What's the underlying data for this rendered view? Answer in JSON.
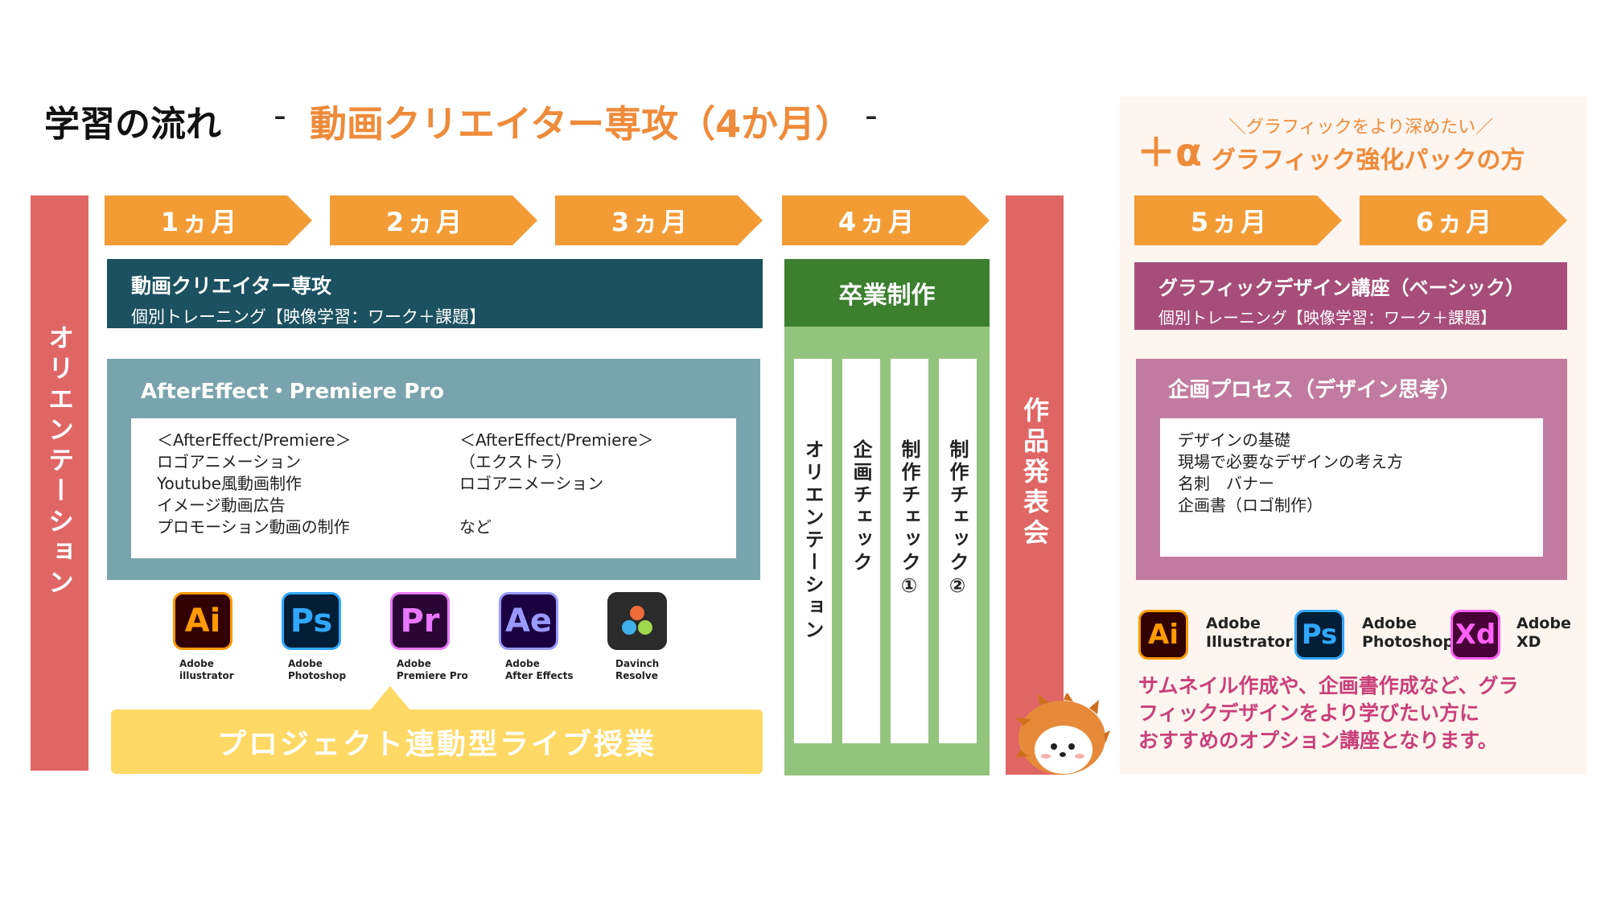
{
  "header": {
    "title": "学習の流れ",
    "dash": "-",
    "subtitle": "動画クリエイター専攻（4か月）",
    "dash_end": "-"
  },
  "orientation_bar": {
    "label": "オリエンテーション"
  },
  "months": [
    "1ヵ月",
    "2ヵ月",
    "3ヵ月",
    "4ヵ月",
    "5ヵ月",
    "6ヵ月"
  ],
  "course_box": {
    "title": "動画クリエイター専攻",
    "subtitle": "個別トレーニング【映像学習：ワーク＋課題】"
  },
  "software_box": {
    "heading": "AfterEffect・Premiere Pro",
    "left_lines": [
      "＜AfterEffect/Premiere＞",
      "ロゴアニメーション",
      "Youtube風動画制作",
      "イメージ動画広告",
      "プロモーション動画の制作"
    ],
    "right_lines": [
      "＜AfterEffect/Premiere＞",
      "（エクストラ）",
      "ロゴアニメーション",
      "",
      "など"
    ]
  },
  "apps": [
    {
      "icon": "Ai",
      "name": "illustrator-icon",
      "label1": "Adobe",
      "label2": "illustrator",
      "bg": "#310000",
      "fg": "#ff9a00"
    },
    {
      "icon": "Ps",
      "name": "photoshop-icon",
      "label1": "Adobe",
      "label2": "Photoshop",
      "bg": "#001e36",
      "fg": "#31a8ff"
    },
    {
      "icon": "Pr",
      "name": "premiere-icon",
      "label1": "Adobe",
      "label2": "Premiere Pro",
      "bg": "#2a0634",
      "fg": "#ea77ff"
    },
    {
      "icon": "Ae",
      "name": "after-effects-icon",
      "label1": "Adobe",
      "label2": "After Effects",
      "bg": "#1a0040",
      "fg": "#9999ff"
    },
    {
      "icon": "",
      "name": "davinci-resolve-icon",
      "label1": "Davinch",
      "label2": "Resolve",
      "bg": "#2b2b2b",
      "fg": "#ffffff"
    }
  ],
  "project_box": {
    "label": "プロジェクト連動型ライブ授業"
  },
  "graduation": {
    "title": "卒業制作",
    "columns": [
      "オリエンテーション",
      "企画チェック",
      "制作チェック①",
      "制作チェック②"
    ]
  },
  "presentation_bar": {
    "label": "作品発表会"
  },
  "graphic_pack": {
    "plus": "＋α",
    "tagline": "＼グラフィックをより深めたい／",
    "title": "グラフィック強化パックの方",
    "course_title": "グラフィックデザイン講座（ベーシック）",
    "course_subtitle": "個別トレーニング【映像学習：ワーク＋課題】",
    "process_heading": "企画プロセス（デザイン思考）",
    "process_lines": [
      "デザインの基礎",
      "現場で必要なデザインの考え方",
      "名刺　バナー",
      "企画書（ロゴ制作）"
    ],
    "apps": [
      {
        "icon": "Ai",
        "name": "illustrator-icon",
        "label1": "Adobe",
        "label2": "Illustrator",
        "bg": "#310000",
        "fg": "#ff9a00"
      },
      {
        "icon": "Ps",
        "name": "photoshop-icon",
        "label1": "Adobe",
        "label2": "Photoshop",
        "bg": "#001e36",
        "fg": "#31a8ff"
      },
      {
        "icon": "Xd",
        "name": "xd-icon",
        "label1": "Adobe",
        "label2": "XD",
        "bg": "#470137",
        "fg": "#ff61f6"
      }
    ],
    "description": [
      "サムネイル作成や、企画書作成など、グラ",
      "フィックデザインをより学びたい方に",
      "おすすめのオプション講座となります。"
    ]
  },
  "colors": {
    "accent_orange": "#f39c36",
    "red_bar": "#e06666",
    "dark_teal": "#1b5160",
    "teal": "#7aa4ad",
    "green_dark": "#3b7f2f",
    "green_light": "#93c47d",
    "yellow": "#ffd965",
    "purple": "#a64d79",
    "pink": "#c27ba0"
  }
}
